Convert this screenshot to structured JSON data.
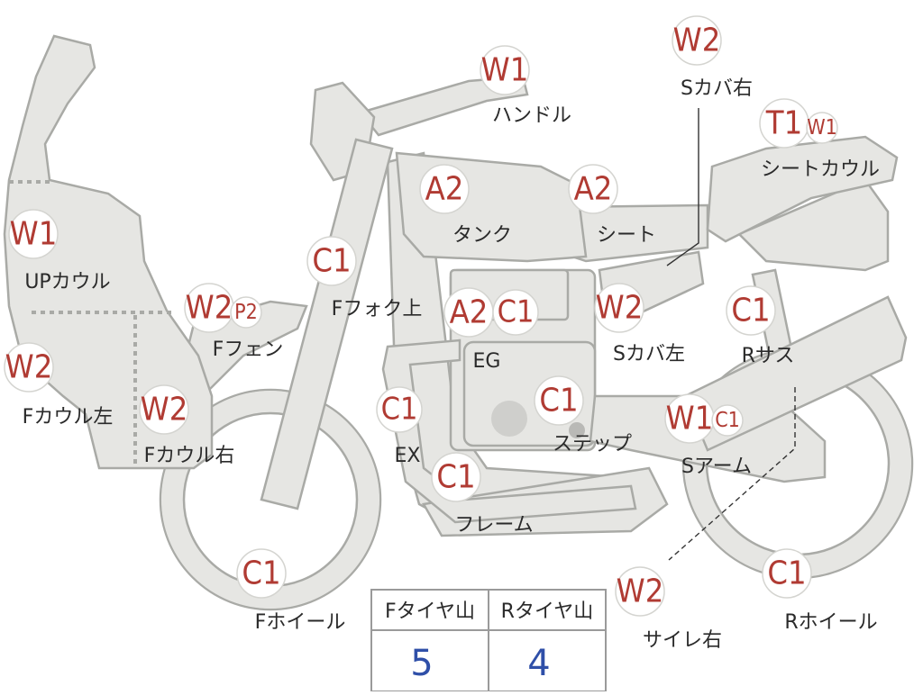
{
  "parts": [
    {
      "id": "handle",
      "label": "ハンドル",
      "grades": [
        {
          "code": "W1"
        }
      ]
    },
    {
      "id": "scover-right",
      "label": "Sカバ右",
      "grades": [
        {
          "code": "W2"
        }
      ]
    },
    {
      "id": "seat-cowl",
      "label": "シートカウル",
      "grades": [
        {
          "code": "T1"
        },
        {
          "code": "W1"
        }
      ]
    },
    {
      "id": "tank",
      "label": "タンク",
      "grades": [
        {
          "code": "A2"
        }
      ]
    },
    {
      "id": "seat",
      "label": "シート",
      "grades": [
        {
          "code": "A2"
        }
      ]
    },
    {
      "id": "up-cowl",
      "label": "UPカウル",
      "grades": [
        {
          "code": "W1"
        }
      ]
    },
    {
      "id": "front-fork-upper",
      "label": "Fフォク上",
      "grades": [
        {
          "code": "C1"
        }
      ]
    },
    {
      "id": "front-fender",
      "label": "Fフェン",
      "grades": [
        {
          "code": "W2"
        },
        {
          "code": "P2"
        }
      ]
    },
    {
      "id": "engine",
      "label": "EG",
      "grades": [
        {
          "code": "A2"
        },
        {
          "code": "C1"
        }
      ]
    },
    {
      "id": "scover-left",
      "label": "Sカバ左",
      "grades": [
        {
          "code": "W2"
        }
      ]
    },
    {
      "id": "rear-suspension",
      "label": "Rサス",
      "grades": [
        {
          "code": "C1"
        }
      ]
    },
    {
      "id": "front-cowl-left",
      "label": "Fカウル左",
      "grades": [
        {
          "code": "W2"
        }
      ]
    },
    {
      "id": "front-cowl-right",
      "label": "Fカウル右",
      "grades": [
        {
          "code": "W2"
        }
      ]
    },
    {
      "id": "exhaust",
      "label": "EX",
      "grades": [
        {
          "code": "C1"
        }
      ]
    },
    {
      "id": "step",
      "label": "ステップ",
      "grades": [
        {
          "code": "C1"
        }
      ]
    },
    {
      "id": "swingarm",
      "label": "Sアーム",
      "grades": [
        {
          "code": "W1"
        },
        {
          "code": "C1"
        }
      ]
    },
    {
      "id": "frame",
      "label": "フレーム",
      "grades": [
        {
          "code": "C1"
        }
      ]
    },
    {
      "id": "front-wheel",
      "label": "Fホイール",
      "grades": [
        {
          "code": "C1"
        }
      ]
    },
    {
      "id": "muffler-right",
      "label": "サイレ右",
      "grades": [
        {
          "code": "W2"
        }
      ]
    },
    {
      "id": "rear-wheel",
      "label": "Rホイール",
      "grades": [
        {
          "code": "C1"
        }
      ]
    }
  ],
  "tire_table": {
    "headers": [
      "Fタイヤ山",
      "Rタイヤ山"
    ],
    "values": [
      "5",
      "4"
    ]
  },
  "colors": {
    "grade_text": "#b03b33",
    "part_fill": "#e6e6e3",
    "part_outline": "#a9aaa6",
    "table_value": "#2f4fa8"
  }
}
